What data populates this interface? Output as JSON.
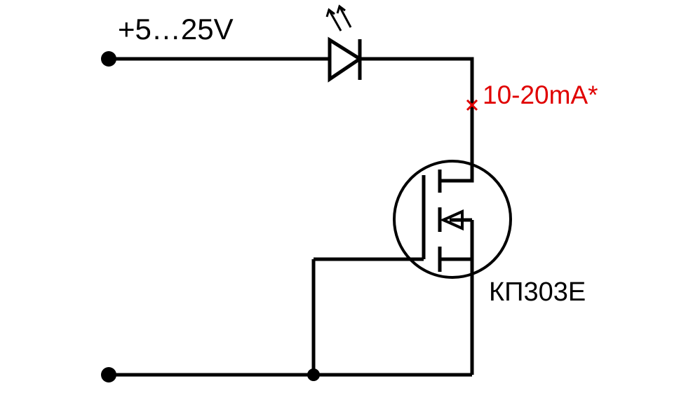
{
  "labels": {
    "supply_voltage": "+5…25V",
    "current_note": "10-20mA*",
    "transistor_part": "КП303Е"
  },
  "colors": {
    "wire": "#000000",
    "annotation": "#e00000",
    "background": "#ffffff"
  },
  "icons": {
    "led": "led-symbol",
    "transistor": "jfet-symbol",
    "current_mark": "cross-mark"
  }
}
